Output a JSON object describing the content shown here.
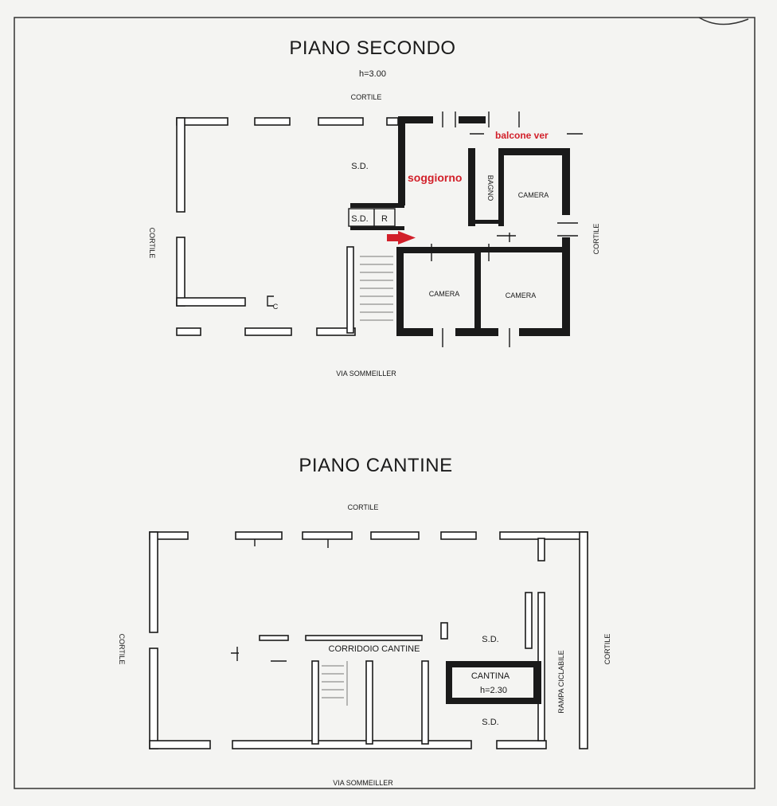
{
  "colors": {
    "highlight": "#d2202a",
    "ink": "#1a1a1a",
    "paper": "#f4f4f2"
  },
  "piano_secondo": {
    "title": "PIANO SECONDO",
    "height": "h=3.00",
    "cortile_top": "CORTILE",
    "cortile_left": "CORTILE",
    "cortile_right": "CORTILE",
    "street": "VIA SOMMEILLER",
    "room_sd_1": "S.D.",
    "room_sd_2": "S.D.",
    "room_r": "R",
    "room_c": "C",
    "bagno": "BAGNO",
    "camera_1": "CAMERA",
    "camera_2": "CAMERA",
    "camera_3": "CAMERA",
    "soggiorno": "soggiorno",
    "balcone": "balcone ver"
  },
  "piano_cantine": {
    "title": "PIANO CANTINE",
    "cortile_top": "CORTILE",
    "cortile_left": "CORTILE",
    "cortile_right": "CORTILE",
    "street": "VIA SOMMEILLER",
    "corridoio": "CORRIDOIO CANTINE",
    "room_sd_1": "S.D.",
    "room_sd_2": "S.D.",
    "cantina": "CANTINA",
    "cantina_height": "h=2.30",
    "rampa": "RAMPA CICLABILE"
  }
}
